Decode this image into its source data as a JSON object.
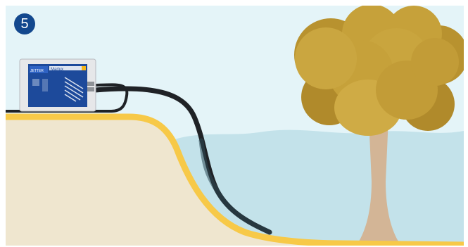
{
  "step": {
    "number": "5"
  },
  "device": {
    "brand_text": "Marlux",
    "model_text": "JETTER"
  },
  "colors": {
    "badge": "#13488e",
    "sky": "#e4f4f8",
    "water": "#c3e2ea",
    "ground": "#efe6cf",
    "ground_edge": "#f7c948",
    "hose": "#1f2226",
    "device_body": "#1d4a9b",
    "tree_crown": "#c6a13a",
    "tree_trunk": "#d3b596"
  },
  "icons": {
    "device": "pipe-inspection-unit-icon",
    "hose": "hose-icon",
    "tree": "tree-icon"
  }
}
